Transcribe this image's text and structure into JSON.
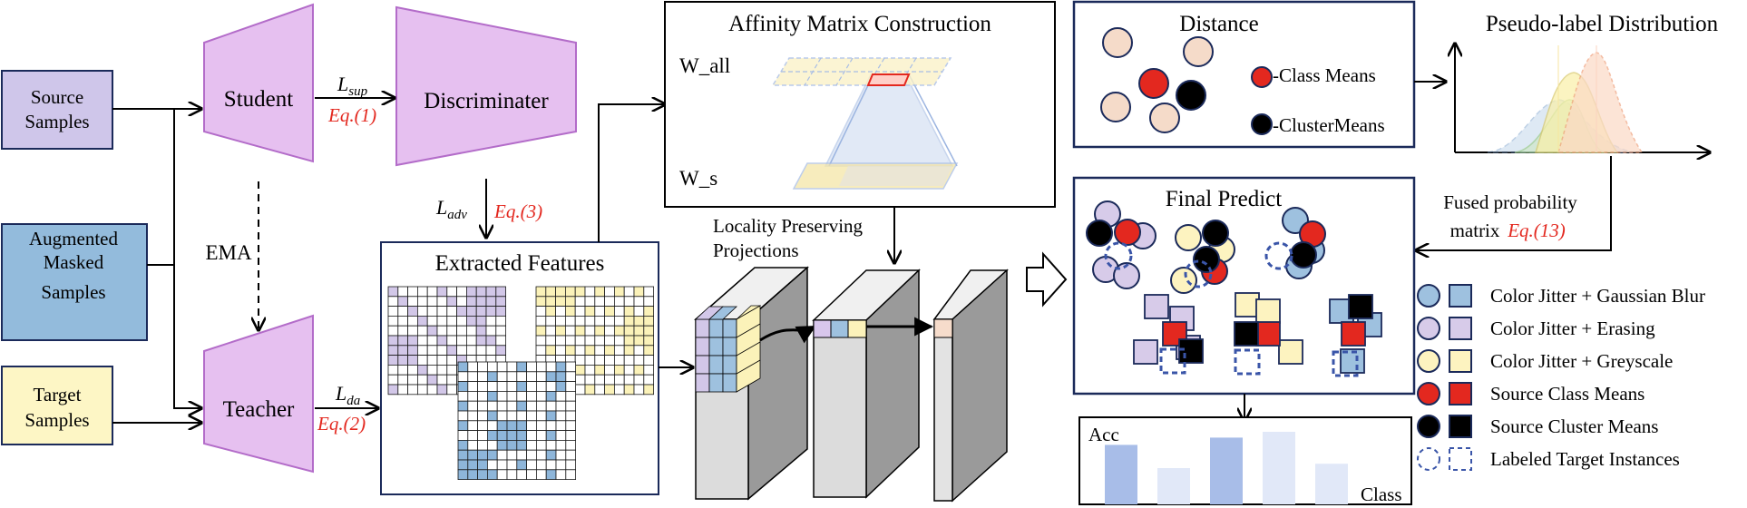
{
  "inputs": {
    "source": [
      "Source",
      "Samples"
    ],
    "augmented": [
      "Augmented",
      "Masked",
      "Samples"
    ],
    "target": [
      "Target",
      "Samples"
    ]
  },
  "networks": {
    "student": "Student",
    "teacher": "Teacher",
    "discriminator": "Discriminater",
    "ema": "EMA"
  },
  "losses": {
    "sup": {
      "sym": "L",
      "sub": "sup",
      "eq": "Eq.(1)"
    },
    "da": {
      "sym": "L",
      "sub": "da",
      "eq": "Eq.(2)"
    },
    "adv": {
      "sym": "L",
      "sub": "adv",
      "eq": "Eq.(3)"
    }
  },
  "affinity": {
    "title": "Affinity Matrix Construction",
    "w_all": "W_all",
    "w_s": "W_s"
  },
  "features": {
    "title": "Extracted Features"
  },
  "lpp": [
    "Locality Preserving",
    "Projections"
  ],
  "distance": {
    "title": "Distance",
    "class_means": "-Class Means",
    "cluster_means": "-ClusterMeans"
  },
  "pseudo": {
    "title": "Pseudo-label Distribution"
  },
  "fused": {
    "line1": "Fused probability",
    "line2": "matrix",
    "eq": "Eq.(13)"
  },
  "final": {
    "title": "Final Predict"
  },
  "bar": {
    "ylabel": "Acc",
    "xlabel": "Class",
    "values": [
      0.82,
      0.5,
      0.92,
      1.0,
      0.56
    ]
  },
  "legend": [
    {
      "label": "Color Jitter + Gaussian Blur",
      "fill": "#9ec1df"
    },
    {
      "label": "Color Jitter +  Erasing",
      "fill": "#d7cbe9"
    },
    {
      "label": "Color Jitter + Greyscale",
      "fill": "#fdf3c0"
    },
    {
      "label": "Source Class Means",
      "fill": "#e3281f"
    },
    {
      "label": "Source Cluster Means",
      "fill": "#000000"
    },
    {
      "label": "Labeled Target Instances",
      "fill": "none"
    }
  ],
  "colors": {
    "source": "#cfc6ea",
    "augmented": "#93bbdc",
    "target": "#fdf6c5",
    "network": "#e6c0f0",
    "network_stroke": "#b36cc9",
    "box_stroke": "#1b2a5a",
    "eq_red": "#e3281f",
    "blue": "#8eb6da",
    "purple": "#d2c7e8",
    "yellow": "#fbf2b9"
  }
}
